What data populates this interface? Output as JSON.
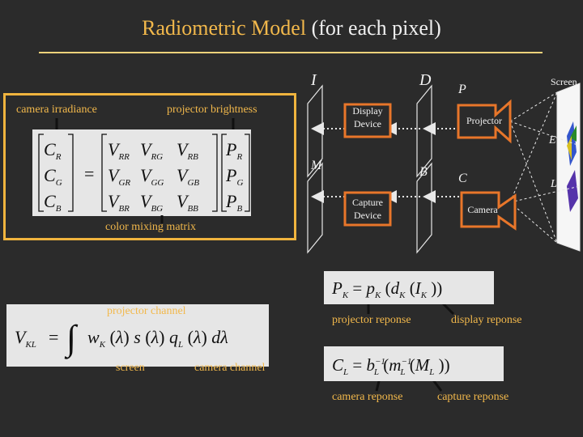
{
  "title": {
    "main": "Radiometric Model",
    "suffix": "(for each pixel)"
  },
  "labels": {
    "camera_irradiance": "camera irradiance",
    "projector_brightness": "projector brightness",
    "color_mixing_matrix": "color mixing matrix",
    "projector_channel": "projector channel",
    "screen": "screen",
    "camera_channel": "camera channel",
    "projector_reponse": "projector reponse",
    "display_reponse": "display reponse",
    "camera_reponse": "camera reponse",
    "capture_reponse": "capture reponse"
  },
  "diagram": {
    "var_I": "I",
    "var_D": "D",
    "var_P": "P",
    "var_M": "M",
    "var_B": "B",
    "var_C": "C",
    "var_E": "E",
    "var_L": "L",
    "screen_label": "Screen",
    "display_device_label_1": "Display",
    "display_device_label_2": "Device",
    "capture_device_label_1": "Capture",
    "capture_device_label_2": "Device",
    "projector_label": "Projector",
    "camera_label": "Camera"
  },
  "equations": {
    "matrix": {
      "left": [
        "C_R",
        "C_G",
        "C_B"
      ],
      "rows": [
        [
          "V_RR",
          "V_RG",
          "V_RB"
        ],
        [
          "V_GR",
          "V_GG",
          "V_GB"
        ],
        [
          "V_BR",
          "V_BG",
          "V_BB"
        ]
      ],
      "right": [
        "P_R",
        "P_G",
        "P_B"
      ]
    },
    "integral": "V_KL = ∫ w_K(λ) s(λ) q_L(λ) dλ",
    "projector_eq": "P_K = p_K(d_K(I_K))",
    "camera_eq": "C_L = b_L^-1(m_L^-1(M_L))"
  },
  "colors": {
    "background": "#2b2b2b",
    "accent": "#f2b84b",
    "orange": "#e8762a",
    "panel_border": "#f0b43e"
  }
}
